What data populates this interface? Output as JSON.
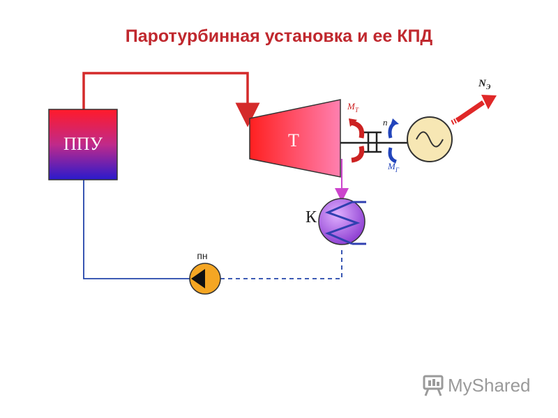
{
  "title": "Паротурбинная установка и ее КПД",
  "colors": {
    "title": "#c0282e",
    "steam_line": "#d42a2a",
    "water_line": "#2244aa",
    "condensate_line": "#2244aa",
    "exhaust_line": "#cc44cc",
    "ppu_top": "#ff1a2a",
    "ppu_bottom": "#2a1acc",
    "turbine_left": "#ff2a2a",
    "turbine_right": "#ff7aa8",
    "condenser": "#b060e0",
    "pump": "#f5a623",
    "generator": "#f7e7b4",
    "power_arrow": "#e02828",
    "moment_red": "#cc2222",
    "moment_blue": "#2244bb"
  },
  "labels": {
    "ppu": "ППУ",
    "turbine": "Т",
    "condenser": "К",
    "pump": "пн",
    "moment_top_main": "M",
    "moment_top_sub": "Т",
    "moment_bottom_main": "M",
    "moment_bottom_sub": "Г",
    "speed": "n",
    "power_main": "N",
    "power_sub": "Э"
  },
  "icons": {
    "generator": "sine-wave-icon",
    "pump": "pump-triangle-icon",
    "condenser": "zigzag-coil-icon",
    "watermark": "presentation-board-icon"
  },
  "watermark": {
    "text": "MyShared"
  }
}
